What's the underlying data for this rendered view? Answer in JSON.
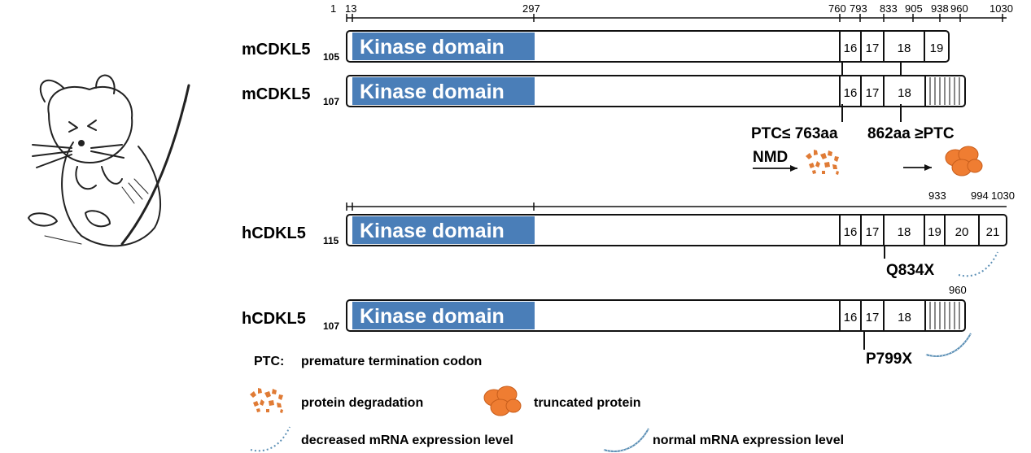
{
  "colors": {
    "kinase": "#4a7eb8",
    "stroke": "#111111",
    "degradation": "#e07b35",
    "truncated": "#ef7d32",
    "mrna": "#5b8fb5"
  },
  "scale_labels": {
    "top": [
      "1",
      "13",
      "297",
      "760",
      "793",
      "833",
      "905",
      "938",
      "960",
      "1030"
    ],
    "human": [
      "933",
      "994",
      "1030"
    ],
    "h107_end": "960"
  },
  "rows": [
    {
      "id": "m105",
      "name": "mCDKL5",
      "subscript": "105",
      "kinase_label": "Kinase domain",
      "exons": [
        "16",
        "17",
        "18",
        "19"
      ]
    },
    {
      "id": "m107",
      "name": "mCDKL5",
      "subscript": "107",
      "kinase_label": "Kinase domain",
      "exons": [
        "16",
        "17",
        "18"
      ]
    },
    {
      "id": "h115",
      "name": "hCDKL5",
      "subscript": "115",
      "kinase_label": "Kinase domain",
      "exons": [
        "16",
        "17",
        "18",
        "19",
        "20",
        "21"
      ]
    },
    {
      "id": "h107",
      "name": "hCDKL5",
      "subscript": "107",
      "kinase_label": "Kinase domain",
      "exons": [
        "16",
        "17",
        "18"
      ]
    }
  ],
  "annotations": {
    "ptc_left": "PTC≤ 763aa",
    "ptc_right": "862aa ≥PTC",
    "nmd": "NMD",
    "q834x": "Q834X",
    "p799x": "P799X"
  },
  "legend": {
    "ptc_key": "PTC:",
    "ptc_desc": "premature termination codon",
    "degradation": "protein degradation",
    "truncated": "truncated protein",
    "decreased": "decreased mRNA expression level",
    "normal": "normal mRNA expression level"
  },
  "icons": {
    "mouse": "mouse-illustration-icon",
    "degradation": "degradation-fragments-icon",
    "truncated": "truncated-protein-icon",
    "decreased": "decreased-mrna-icon",
    "normal": "normal-mrna-icon",
    "arrow": "arrow-right-icon"
  }
}
